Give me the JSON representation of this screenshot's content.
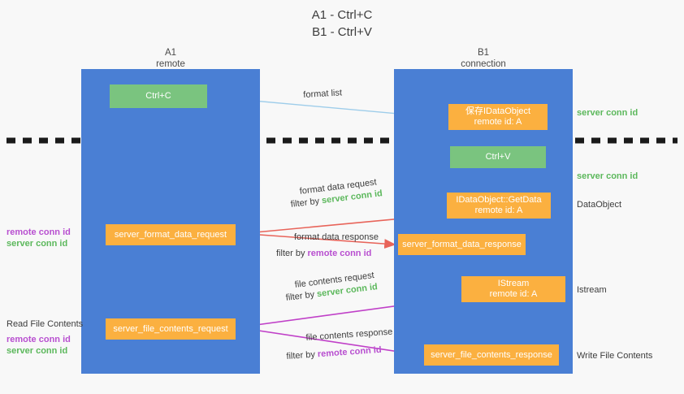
{
  "title": {
    "line1": "A1 - Ctrl+C",
    "line2": "B1 - Ctrl+V"
  },
  "columns": [
    {
      "id": "a1",
      "name": "A1",
      "role": "remote"
    },
    {
      "id": "b1",
      "name": "B1",
      "role": "connection"
    }
  ],
  "boxes": {
    "ctrl_c": {
      "line1": "Ctrl+C",
      "line2": "",
      "color": "#7ac47f"
    },
    "save_idataobject": {
      "line1": "保存IDataObject",
      "line2": "remote id: A",
      "color": "#fbb040"
    },
    "ctrl_v": {
      "line1": "Ctrl+V",
      "line2": "",
      "color": "#7ac47f"
    },
    "getdata": {
      "line1": "IDataObject::GetData",
      "line2": "remote id: A",
      "color": "#fbb040"
    },
    "format_data_request": {
      "line1": "server_format_data_request",
      "line2": "",
      "color": "#fbb040"
    },
    "format_data_response": {
      "line1": "server_format_data_response",
      "line2": "",
      "color": "#fbb040"
    },
    "istream": {
      "line1": "IStream",
      "line2": "remote id: A",
      "color": "#fbb040"
    },
    "file_contents_request": {
      "line1": "server_file_contents_request",
      "line2": "",
      "color": "#fbb040"
    },
    "file_contents_response": {
      "line1": "server_file_contents_response",
      "line2": "",
      "color": "#fbb040"
    }
  },
  "edge_labels": {
    "format_list": "format list",
    "format_data_request": "format data request",
    "format_data_request_filter_prefix": "filter by ",
    "format_data_request_filter_value": "server conn id",
    "format_data_response": "format data response",
    "format_data_response_filter_prefix": "filter by ",
    "format_data_response_filter_value": "remote conn id",
    "file_contents_request": "file contents request",
    "file_contents_request_filter_prefix": "filter by ",
    "file_contents_request_filter_value": "server conn id",
    "file_contents_response": "file contents response",
    "file_contents_response_filter_prefix": "filter by ",
    "file_contents_response_filter_value": "remote conn id"
  },
  "side_notes": {
    "server_conn_id_top": "server conn id",
    "server_conn_id_mid": "server conn id",
    "dataobject": "DataObject",
    "istream": "Istream",
    "write_file_contents": "Write File Contents",
    "read_file_contents": "Read File Contents",
    "remote_conn_id_a": "remote conn id",
    "server_conn_id_a": "server conn id",
    "remote_conn_id_b": "remote conn id",
    "server_conn_id_b": "server conn id"
  },
  "colors": {
    "lane": "#4a7fd4",
    "green_box": "#7ac47f",
    "orange_box": "#fbb040",
    "green_text": "#5cb85c",
    "purple_text": "#b84fd0",
    "arrow_blue": "#9ecdea",
    "arrow_red": "#e8645a",
    "arrow_magenta": "#c040c8",
    "arrow_black": "#1a1a1a",
    "divider": "#1a1a1a",
    "background": "#f8f8f8"
  }
}
